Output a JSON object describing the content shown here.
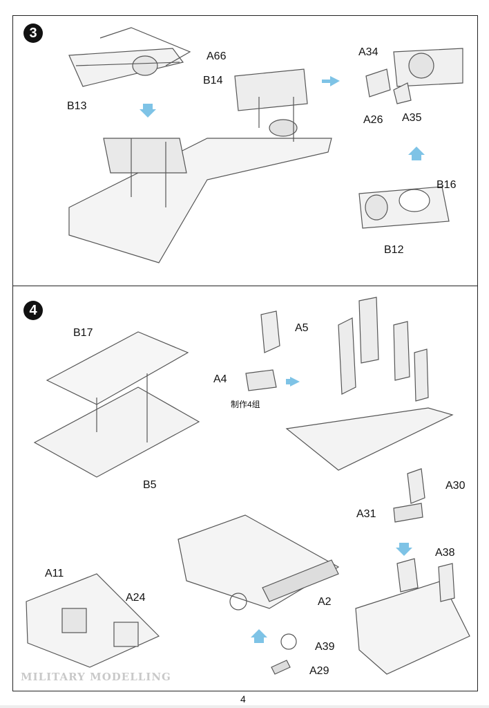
{
  "steps": [
    {
      "number": "3",
      "labels": {
        "a66": "A66",
        "b14": "B14",
        "b13": "B13",
        "a34": "A34",
        "a26": "A26",
        "a35": "A35",
        "b16": "B16",
        "b12": "B12"
      }
    },
    {
      "number": "4",
      "labels": {
        "b17": "B17",
        "b5": "B5",
        "a5": "A5",
        "a4": "A4",
        "a30": "A30",
        "a31": "A31",
        "a38": "A38",
        "a11": "A11",
        "a24": "A24",
        "a2": "A2",
        "a39": "A39",
        "a29": "A29"
      },
      "note": "制作4组"
    }
  ],
  "watermark": "MILITARY MODELLING",
  "page_number": "4",
  "colors": {
    "line": "#555555",
    "accent_arrow": "#7ec3e6"
  }
}
